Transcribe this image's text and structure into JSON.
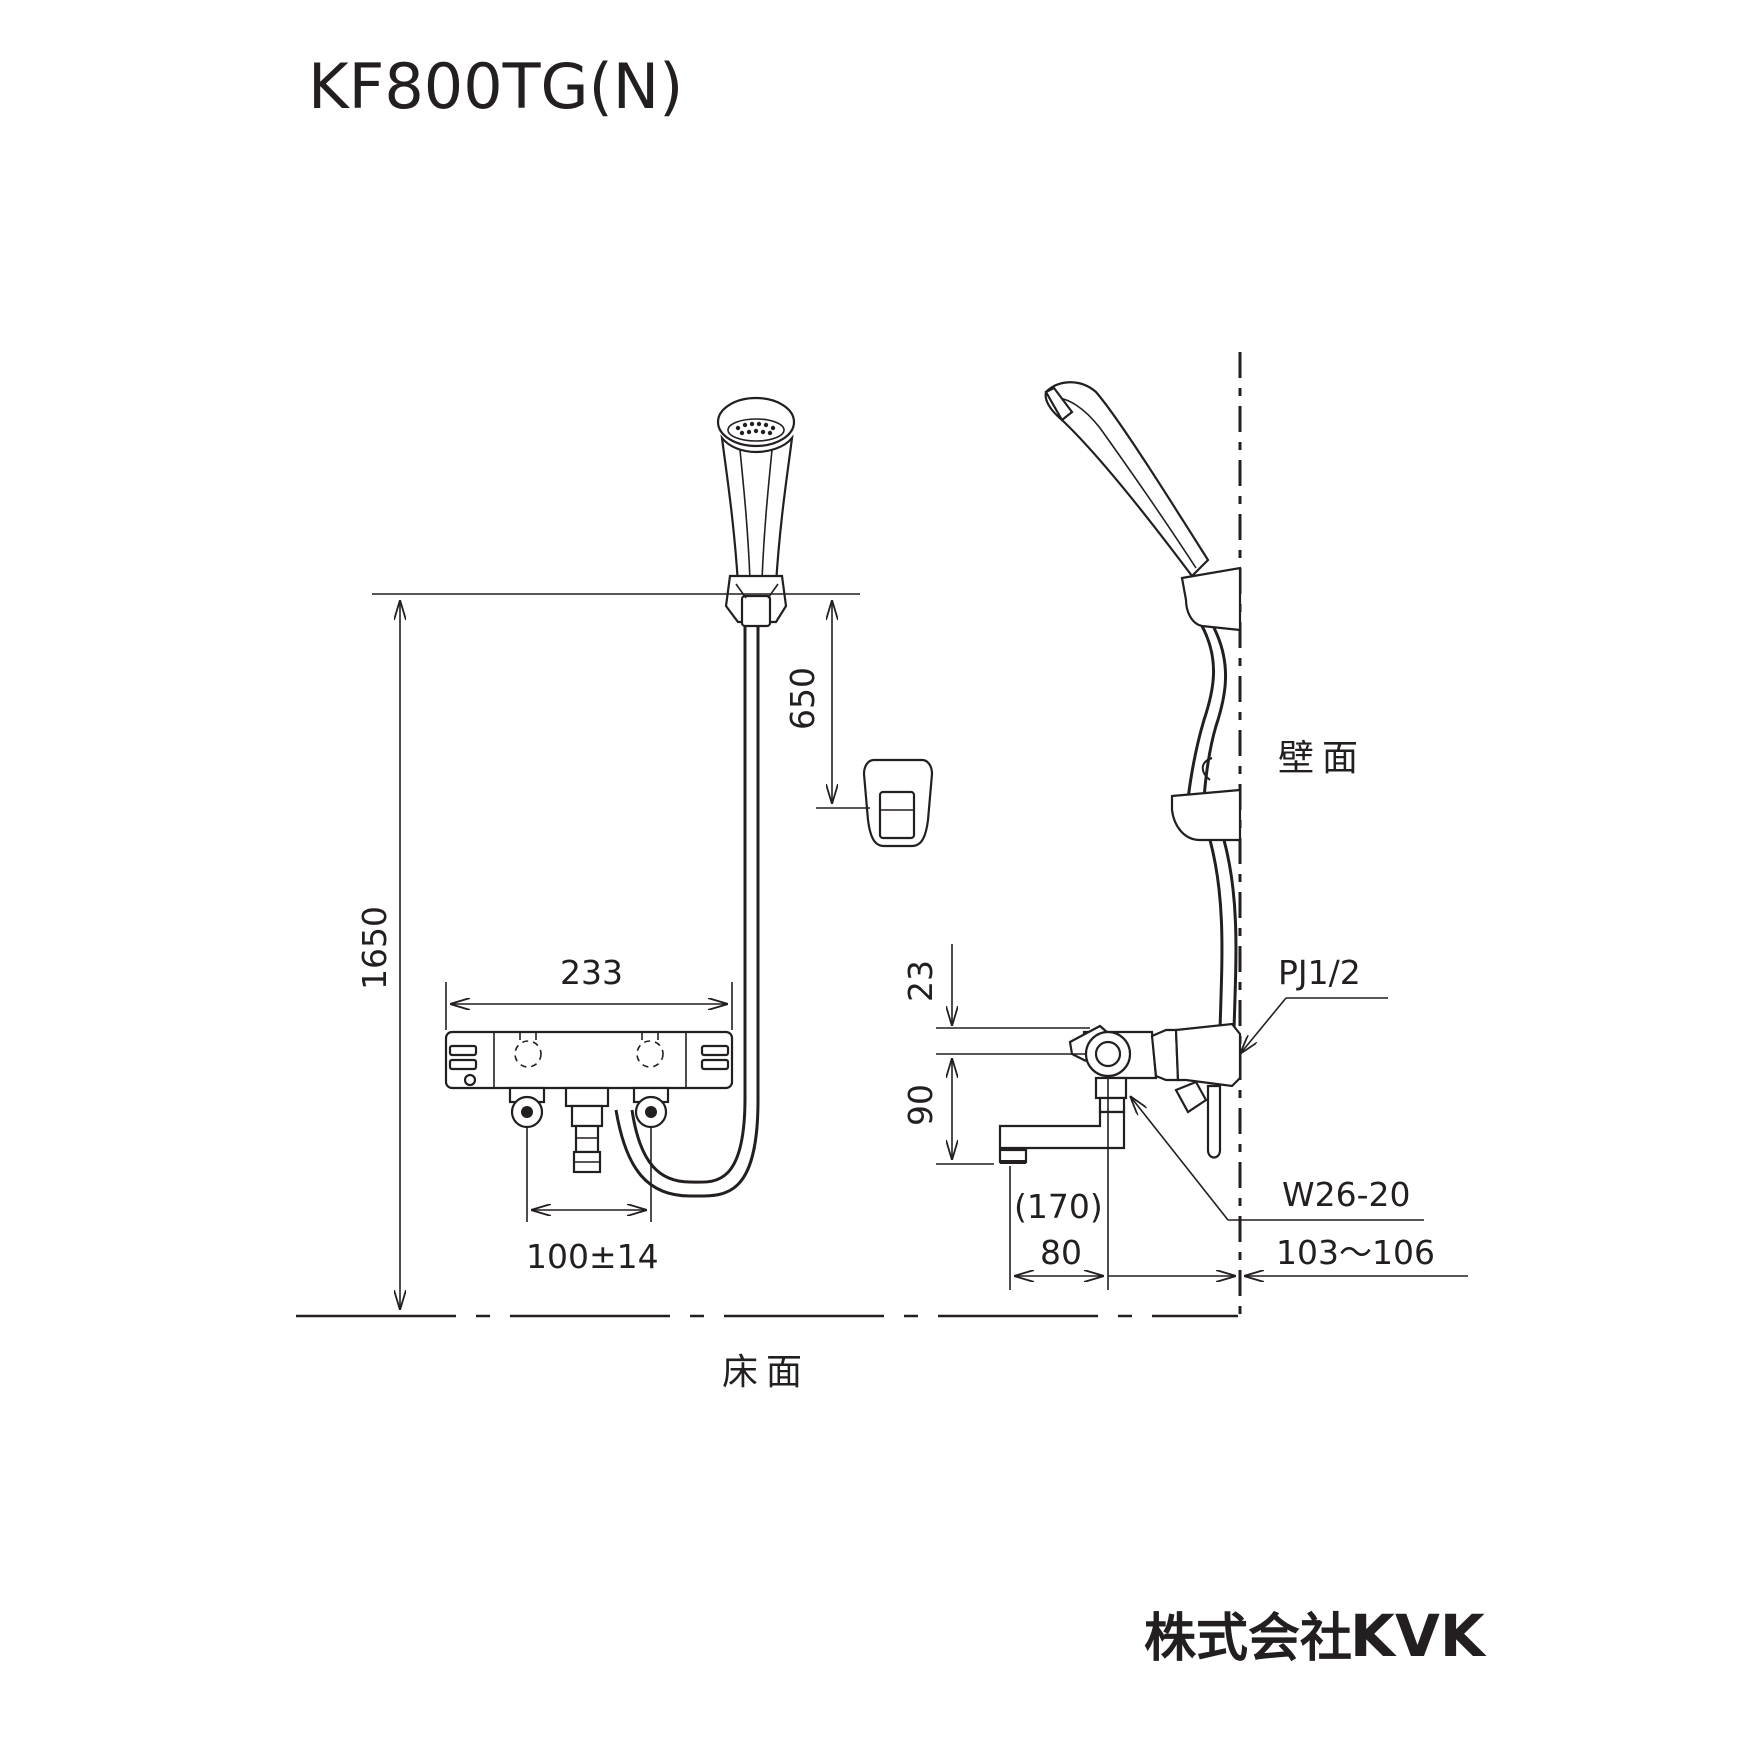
{
  "title": "KF800TG(N)",
  "labels": {
    "wall": "壁面",
    "floor": "床面",
    "pipe_thread": "PJ1/2",
    "spout_thread": "W26-20"
  },
  "dimensions": {
    "height_total": "1650",
    "holder_gap": "650",
    "body_width": "233",
    "inlet_spacing": "100±14",
    "offset_top": "23",
    "spout_drop": "90",
    "spout_reach": "(170)",
    "spout_tip": "80",
    "wall_projection": "103～106"
  },
  "company": {
    "name": "株式会社",
    "logo": "KVK"
  }
}
